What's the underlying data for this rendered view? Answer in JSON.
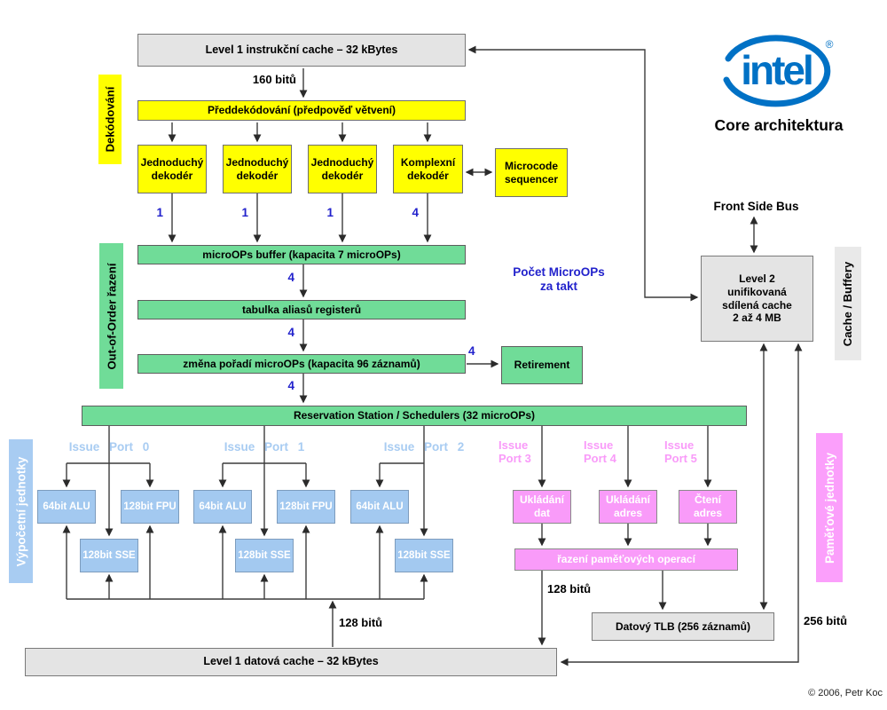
{
  "title": {
    "logo": "intel",
    "registered": "®",
    "subtitle": "Core architektura",
    "copyright": "© 2006, Petr Koc"
  },
  "side_labels": {
    "decoding": "Dekódování",
    "out_of_order": "Out-of-Order řazení",
    "compute_units": "Výpočetní jednotky",
    "memory_units": "Paměťové jednotky",
    "cache_buffers": "Cache / Buffery"
  },
  "boxes": {
    "l1_instruction_cache": "Level 1 instrukční cache – 32 kBytes",
    "predecode": "Předdekódování (předpověď větvení)",
    "decoders": [
      "Jednoduchý\ndekodér",
      "Jednoduchý\ndekodér",
      "Jednoduchý\ndekodér",
      "Komplexní\ndekodér"
    ],
    "microcode_sequencer": "Microcode\nsequencer",
    "uop_buffer": "microOPs buffer (kapacita 7 microOPs)",
    "register_alias_table": "tabulka aliasů registerů",
    "reorder_buffer": "změna pořadí microOPs (kapacita 96 záznamů)",
    "retirement": "Retirement",
    "reservation_station": "Reservation Station / Schedulers (32 microOPs)",
    "alu": "64bit ALU",
    "fpu": "128bit FPU",
    "sse": "128bit SSE",
    "store_data": "Ukládání\ndat",
    "store_address": "Ukládání\nadres",
    "load_address": "Čtení\nadres",
    "memory_ordering": "řazení paměťových operací",
    "data_tlb": "Datový TLB (256 záznamů)",
    "l1_data_cache": "Level 1 datová cache – 32 kBytes",
    "l2_cache": "Level 2\nunifikovaná\nsdílená cache\n2 až 4 MB",
    "front_side_bus": "Front Side Bus"
  },
  "issue_ports": {
    "left": [
      "Issue Port 0",
      "Issue Port 1",
      "Issue Port 2"
    ],
    "right": [
      "Issue\nPort 3",
      "Issue\nPort 4",
      "Issue\nPort 5"
    ]
  },
  "flow_labels": {
    "decoder_outputs": [
      "1",
      "1",
      "1",
      "4"
    ],
    "buffer_to_alias": "4",
    "alias_to_reorder": "4",
    "reorder_to_rs": "4",
    "reorder_to_retirement": "4",
    "uops_per_clock": "Počet MicroOPs\nza takt",
    "fetch_width": "160 bitů",
    "load_width": "128 bitů",
    "store_width": "128 bitů",
    "l2_width": "256 bitů"
  },
  "colors": {
    "yellow": "#FFFF00",
    "green": "#70DC98",
    "blue_unit": "#A3C9F0",
    "pink_unit": "#F99BF9",
    "gray_cache": "#E4E4E4",
    "flow_number_blue": "#2222CC",
    "intel_blue": "#0071C5"
  }
}
